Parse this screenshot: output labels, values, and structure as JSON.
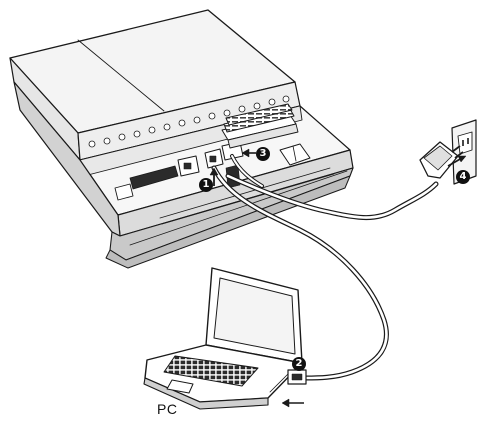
{
  "labels": {
    "pc": "PC"
  },
  "steps": [
    "1",
    "2",
    "3",
    "4"
  ],
  "colors": {
    "line": "#1a1a1a",
    "device_face": "#f2f2f2",
    "device_shadow": "#c8c8c8",
    "dark_part": "#2b2b2b",
    "badge": "#111111"
  },
  "icons": {
    "device": "router-unit-icon",
    "laptop": "laptop-icon",
    "wall_outlet": "wall-outlet-icon",
    "power_plug": "power-plug-icon"
  }
}
